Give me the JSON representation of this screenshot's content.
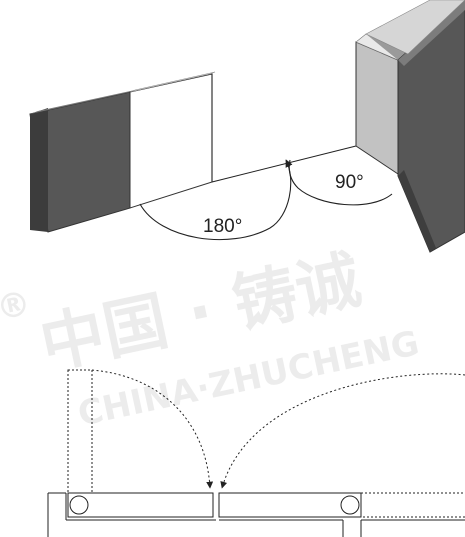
{
  "figure": {
    "angle_large": "180°",
    "angle_small": "90°"
  },
  "watermark": {
    "line1": "中国 · 铸诚",
    "line2": "CHINA·ZHUCHENG",
    "mark": "®"
  },
  "colors": {
    "panel_dark": "#5a5a5a",
    "panel_light": "#ffffff",
    "panel_mid": "#bdbdbd",
    "line": "#222222",
    "watermark": "#000000"
  }
}
